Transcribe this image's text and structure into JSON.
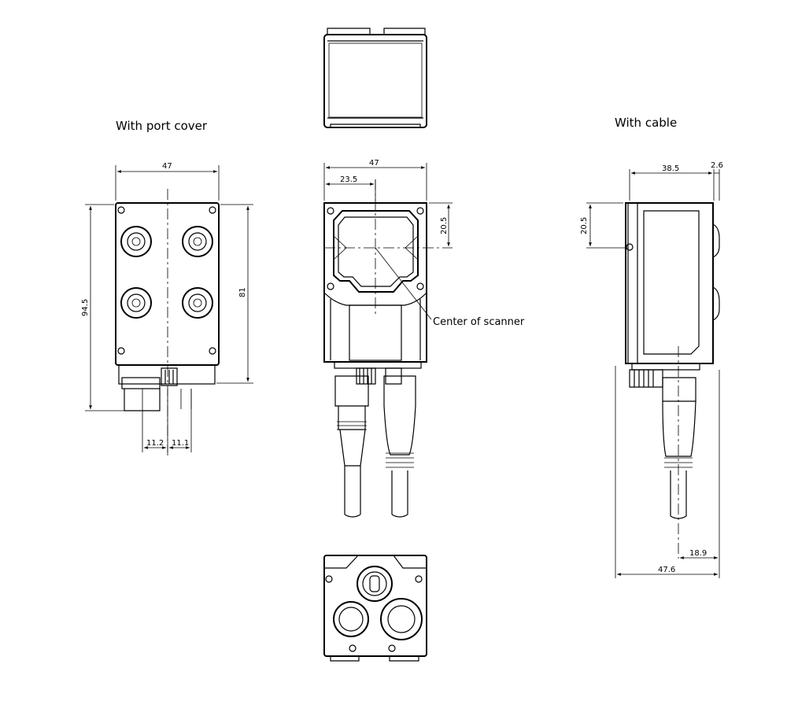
{
  "views": {
    "left_title": "With port cover",
    "right_title": "With cable",
    "center_note": "Center of scanner"
  },
  "dimensions": {
    "left_width": "47",
    "left_height": "94.5",
    "left_height_body": "81",
    "left_offset_a": "11.2",
    "left_offset_b": "11.1",
    "front_width": "47",
    "front_half_width": "23.5",
    "front_center_height": "20.5",
    "side_depth": "38.5",
    "side_protrusion": "2.6",
    "side_center_height": "20.5",
    "side_cable_offset": "18.9",
    "side_total_depth": "47.6"
  }
}
